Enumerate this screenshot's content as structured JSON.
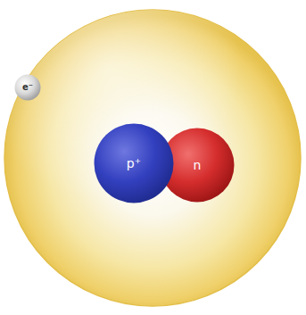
{
  "diagram": {
    "nodes": [
      {
        "text": [
          "e⁻"
        ]
      },
      {
        "text": [
          "p⁺"
        ]
      },
      {
        "text": [
          "n"
        ]
      }
    ]
  }
}
